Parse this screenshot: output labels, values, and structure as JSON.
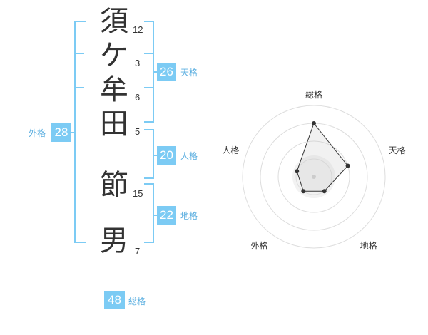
{
  "name_chars": [
    {
      "char": "須",
      "strokes": "12"
    },
    {
      "char": "ケ",
      "strokes": "3"
    },
    {
      "char": "牟",
      "strokes": "6"
    },
    {
      "char": "田",
      "strokes": "5"
    },
    {
      "char": "節",
      "strokes": "15"
    },
    {
      "char": "男",
      "strokes": "7"
    }
  ],
  "fortunes": {
    "tenkaku": {
      "value": "26",
      "label": "天格"
    },
    "jinkaku": {
      "value": "20",
      "label": "人格"
    },
    "chikaku": {
      "value": "22",
      "label": "地格"
    },
    "gaikaku": {
      "value": "28",
      "label": "外格"
    },
    "soukaku": {
      "value": "48",
      "label": "総格"
    }
  },
  "colors": {
    "accent": "#7ccbf4",
    "accent_text": "#5aaee0",
    "bracket": "#7ccbf4"
  },
  "chart_data": {
    "type": "radar",
    "axes": [
      "総格",
      "天格",
      "地格",
      "外格",
      "人格"
    ],
    "values": [
      3,
      2,
      1,
      1,
      1
    ],
    "max": 4,
    "rings": 4
  }
}
